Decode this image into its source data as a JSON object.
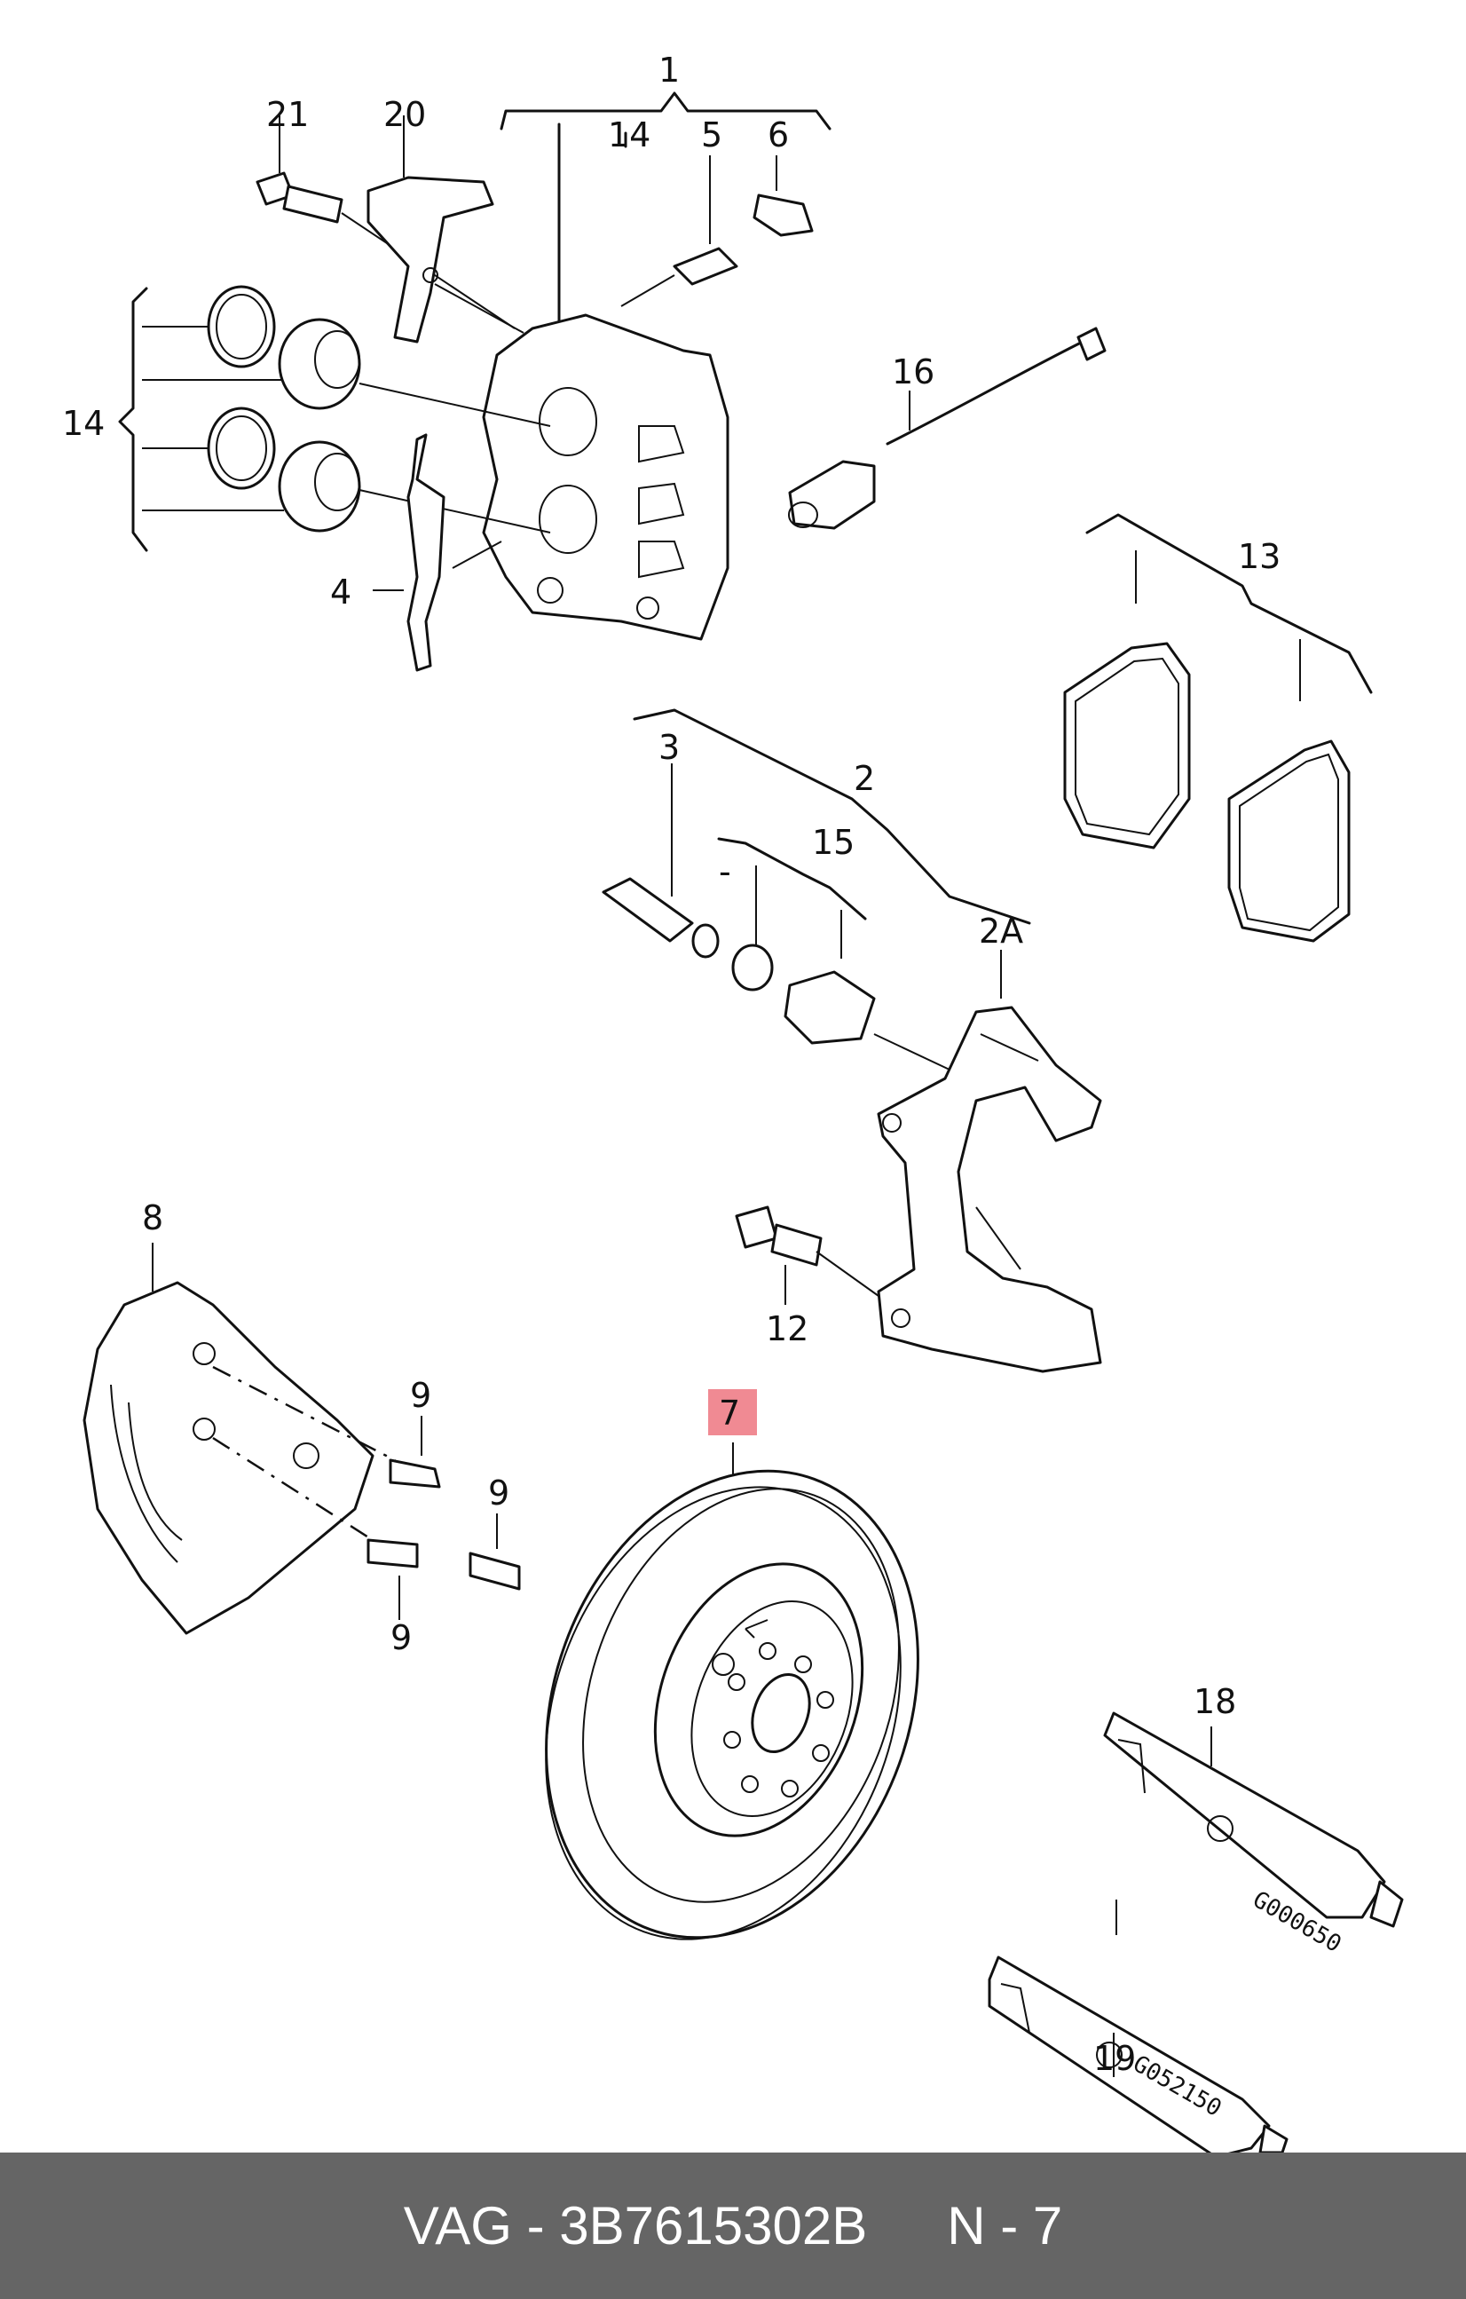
{
  "callouts": {
    "c1": "1",
    "c2": "2",
    "c2a": "2A",
    "c3": "3",
    "c4": "4",
    "c5": "5",
    "c6": "6",
    "c7": "7",
    "c8": "8",
    "c9a": "9",
    "c9b": "9",
    "c9c": "9",
    "c12": "12",
    "c13": "13",
    "c14a": "14",
    "c14b": "14",
    "c15": "15",
    "c16": "16",
    "c18": "18",
    "c19": "19",
    "c20": "20",
    "c21": "21",
    "dash": "-"
  },
  "tubes": {
    "t18": "G000650",
    "t19": "G052150"
  },
  "highlight_color": "#f08a93",
  "footer": {
    "part": "VAG - 3B7615302B",
    "ref": "N - 7"
  }
}
